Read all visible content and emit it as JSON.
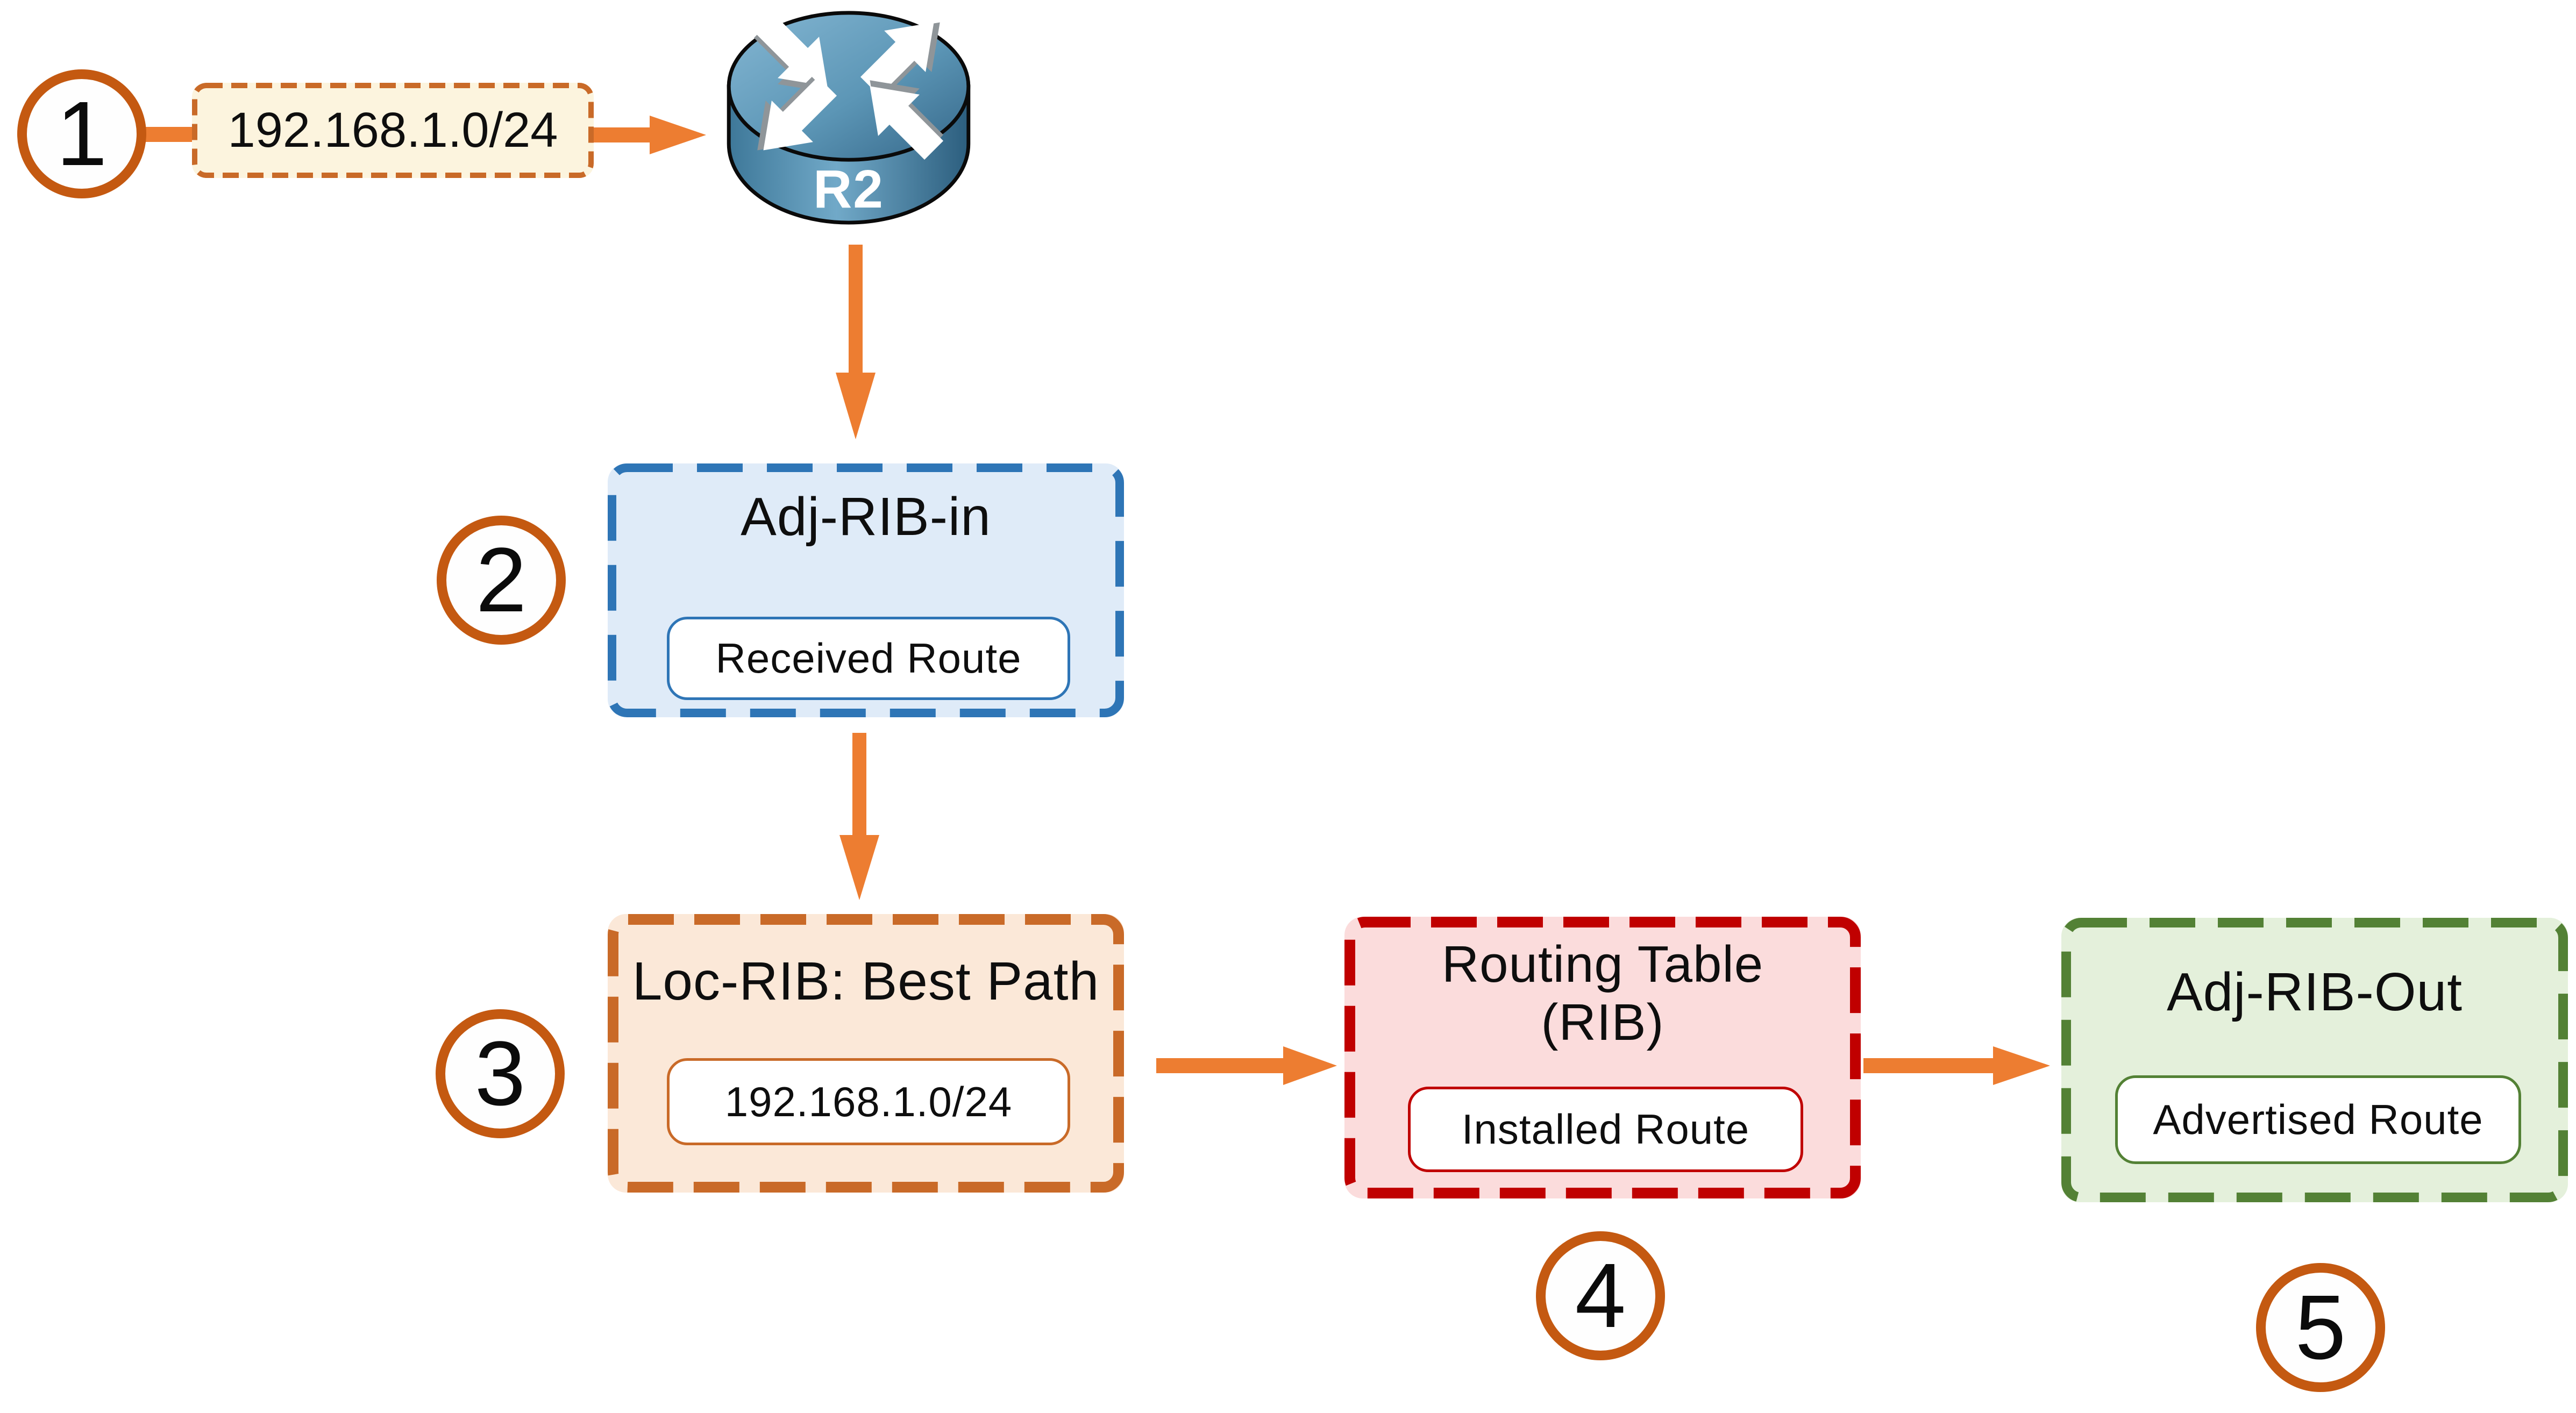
{
  "steps": [
    {
      "number": "1"
    },
    {
      "number": "2"
    },
    {
      "number": "3"
    },
    {
      "number": "4"
    },
    {
      "number": "5"
    }
  ],
  "prefix_box": {
    "label": "192.168.1.0/24"
  },
  "router": {
    "label": "R2"
  },
  "boxes": {
    "adj_rib_in": {
      "title": "Adj-RIB-in",
      "inner_label": "Received Route"
    },
    "loc_rib": {
      "title": "Loc-RIB: Best Path",
      "inner_label": "192.168.1.0/24"
    },
    "routing_table": {
      "title_line1": "Routing Table",
      "title_line2": "(RIB)",
      "inner_label": "Installed Route"
    },
    "adj_rib_out": {
      "title": "Adj-RIB-Out",
      "inner_label": "Advertised Route"
    }
  },
  "colors": {
    "flow_arrow": "#ED7D31",
    "step_circle_border": "#C45911",
    "prefix_box_fill": "#FCF4DE",
    "prefix_box_border": "#C96A28",
    "adj_rib_in_fill": "#DFEBF8",
    "adj_rib_in_border": "#2E75B6",
    "loc_rib_fill": "#FBE8D8",
    "loc_rib_border": "#C96A28",
    "routing_table_fill": "#FBDCDC",
    "routing_table_border": "#C00000",
    "adj_rib_out_fill": "#E4F0DB",
    "adj_rib_out_border": "#538135",
    "router_body_blue": "#4E88A9",
    "text": "#111111"
  }
}
